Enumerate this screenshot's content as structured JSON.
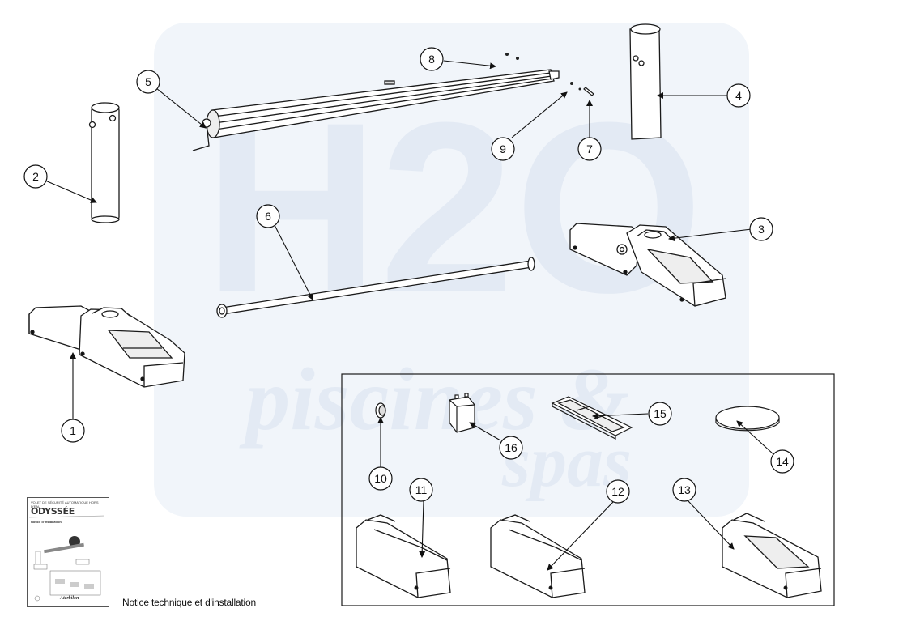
{
  "callouts": [
    "1",
    "2",
    "3",
    "4",
    "5",
    "6",
    "7",
    "8",
    "9",
    "10",
    "11",
    "12",
    "13",
    "14",
    "15",
    "16"
  ],
  "caption": "Notice technique et d'installation",
  "manual_cover": {
    "header": "VOLET DE SÉCURITÉ AUTOMATIQUE HORS D'EAU",
    "title": "ODYSSÉE",
    "subtitle": "Notice d'installation",
    "brand": "Aterbilon"
  },
  "watermark": {
    "mark": "H2O",
    "line1": "piscines &",
    "line2": "spas",
    "color": "#dfe7f2"
  },
  "colors": {
    "line": "#1a1a1a",
    "part_fill": "#ffffff",
    "part_shade": "#e8e8e8"
  }
}
